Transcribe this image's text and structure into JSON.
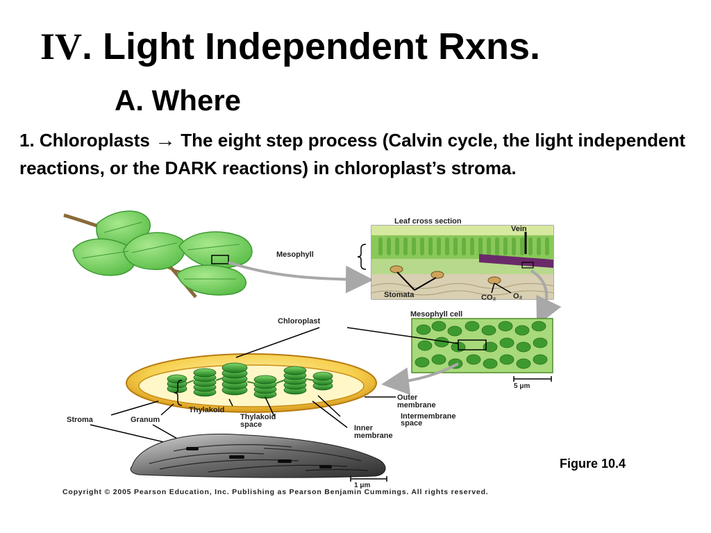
{
  "slide": {
    "title_numeral": "IV",
    "title_text": ". Light Independent Rxns.",
    "subtitle": "A. Where",
    "body_part1": "1. Chloroplasts",
    "body_arrow": "→",
    "body_part2": "The eight step process (Calvin cycle, the light independent reactions, or the DARK reactions) in chloroplast’s stroma.",
    "figure_caption": "Figure 10.4",
    "copyright": "Copyright © 2005 Pearson Education, Inc. Publishing as Pearson Benjamin Cummings. All rights reserved."
  },
  "diagram": {
    "leaf_cross_section": "Leaf cross section",
    "vein": "Vein",
    "mesophyll": "Mesophyll",
    "stomata": "Stomata",
    "co2": "CO₂",
    "o2": "O₂",
    "chloroplast": "Chloroplast",
    "mesophyll_cell": "Mesophyll cell",
    "scale_5um": "5 μm",
    "outer_membrane_1": "Outer",
    "outer_membrane_2": "membrane",
    "thylakoid": "Thylakoid",
    "thylakoid_space_1": "Thylakoid",
    "thylakoid_space_2": "space",
    "intermembrane_space_1": "Intermembrane",
    "intermembrane_space_2": "space",
    "inner_membrane_1": "Inner",
    "inner_membrane_2": "membrane",
    "stroma": "Stroma",
    "granum": "Granum",
    "scale_1um": "1 μm"
  },
  "colors": {
    "leaf_green": "#7fd36a",
    "chloroplast_yellow": "#f4c542",
    "thylakoid_green": "#2e9b2a",
    "vein_purple": "#6a2a6a",
    "arrow_gray": "#a8a8a8"
  }
}
